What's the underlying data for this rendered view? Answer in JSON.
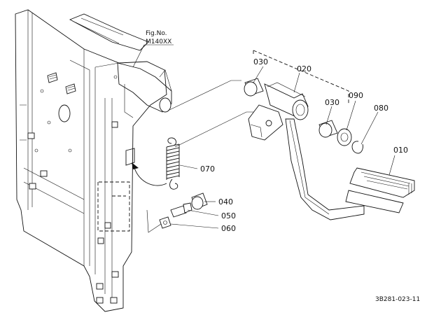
{
  "figure": {
    "fig_no_label": "Fig.No.",
    "fig_no_value": "M140XX",
    "drawing_id": "3B281-023-11"
  },
  "callouts": [
    {
      "id": "c010",
      "number": "010"
    },
    {
      "id": "c020",
      "number": "020"
    },
    {
      "id": "c030a",
      "number": "030"
    },
    {
      "id": "c030b",
      "number": "030"
    },
    {
      "id": "c040",
      "number": "040"
    },
    {
      "id": "c050",
      "number": "050"
    },
    {
      "id": "c060",
      "number": "060"
    },
    {
      "id": "c070",
      "number": "070"
    },
    {
      "id": "c080",
      "number": "080"
    },
    {
      "id": "c090",
      "number": "090"
    }
  ]
}
